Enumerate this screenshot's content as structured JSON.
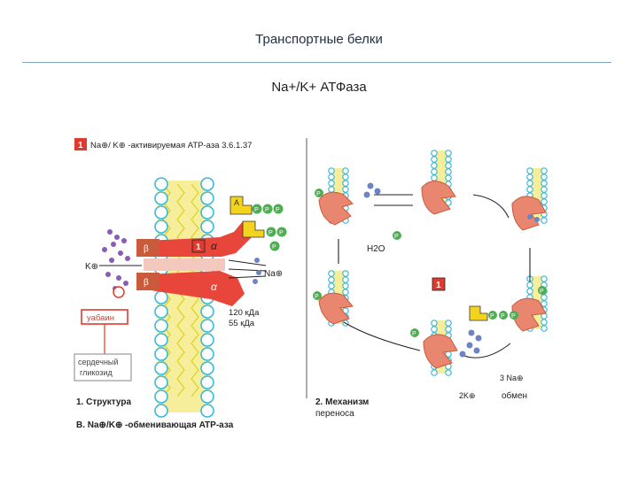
{
  "slide": {
    "title": "Транспортные белки",
    "subtitle": "Na+/K+ АТФаза"
  },
  "figure": {
    "left_panel": {
      "badge": "1",
      "header": "Na⊕/ K⊕ -активируемая ATP-аза 3.6.1.37",
      "alpha_label": "α",
      "beta_label": "β",
      "badge_inner": "1",
      "k_label": "K⊕",
      "na_label": "Na⊕",
      "phosphate": "P",
      "adp_letter": "A",
      "mass_1": "120 кДа",
      "mass_2": "55 кДа",
      "ouabain": "уабаин",
      "glycoside_1": "сердечный",
      "glycoside_2": "гликозид",
      "caption": "1. Структура",
      "footer": "B. Na⊕/K⊕ -обменивающая ATP-аза"
    },
    "right_panel": {
      "h2o": "H2O",
      "center_badge": "1",
      "na3": "3 Na⊕",
      "k2": "2K⊕",
      "exchange": "обмен",
      "caption_1": "2. Механизм",
      "caption_2": "переноса"
    },
    "colors": {
      "lipid_head": "#3bb8d8",
      "lipid_tail": "#f2e33a",
      "protein": "#e8866f",
      "protein_dark": "#c95a3c",
      "enzyme": "#e8463a",
      "label_box": "#e03a2e",
      "phosphate": "#4caf50",
      "atp_yellow": "#f4d31e",
      "ion_blue": "#6c84c4",
      "ion_purple": "#8a5bb8"
    }
  }
}
